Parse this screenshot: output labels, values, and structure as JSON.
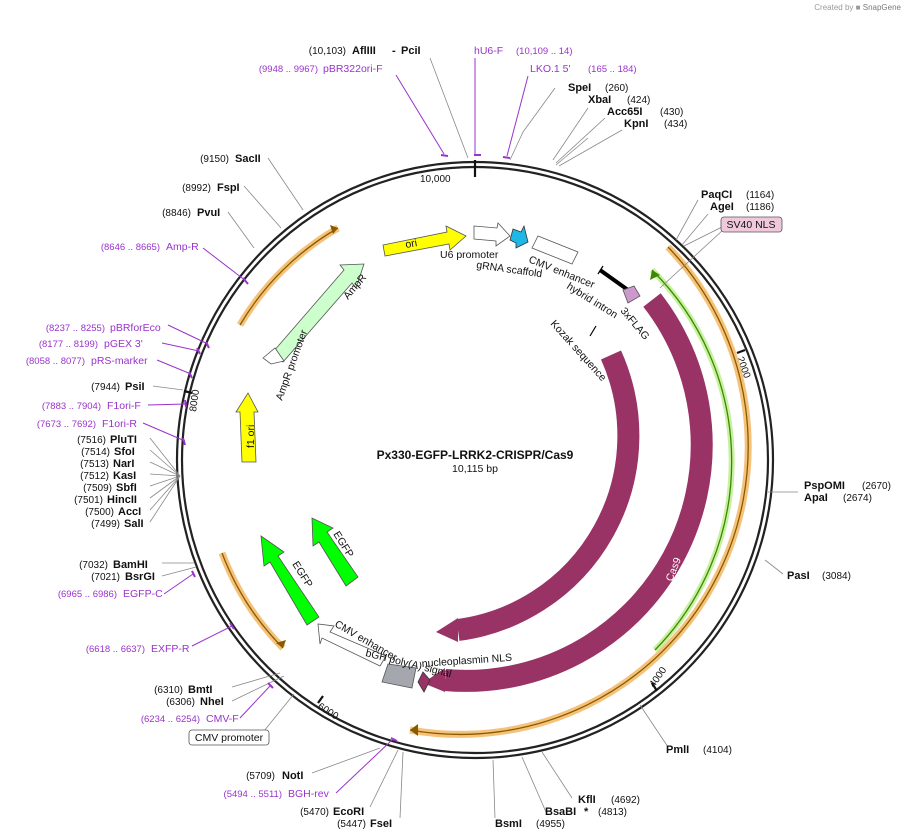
{
  "header": {
    "credit_prefix": "Created by",
    "credit_brand": "SnapGene"
  },
  "plasmid": {
    "name": "Px330-EGFP-LRRK2-CRISPR/Cas9",
    "size": "10,115 bp"
  },
  "ticks": [
    "10,000",
    "2000",
    "4000",
    "6000",
    "8000"
  ],
  "enzymes": [
    {
      "name": "AflIII",
      "pos": "(10,103)"
    },
    {
      "name": "PciI",
      "pos": ""
    },
    {
      "name": "SpeI",
      "pos": "(260)"
    },
    {
      "name": "XbaI",
      "pos": "(424)"
    },
    {
      "name": "Acc65I",
      "pos": "(430)"
    },
    {
      "name": "KpnI",
      "pos": "(434)"
    },
    {
      "name": "PaqCI",
      "pos": "(1164)"
    },
    {
      "name": "AgeI",
      "pos": "(1186)"
    },
    {
      "name": "PspOMI",
      "pos": "(2670)"
    },
    {
      "name": "ApaI",
      "pos": "(2674)"
    },
    {
      "name": "PasI",
      "pos": "(3084)"
    },
    {
      "name": "PmlI",
      "pos": "(4104)"
    },
    {
      "name": "KflI",
      "pos": "(4692)"
    },
    {
      "name": "BsaBI",
      "pos": "(4813)"
    },
    {
      "name": "BsmI",
      "pos": "(4955)"
    },
    {
      "name": "FseI",
      "pos": "(5447)"
    },
    {
      "name": "EcoRI",
      "pos": "(5470)"
    },
    {
      "name": "NotI",
      "pos": "(5709)"
    },
    {
      "name": "NheI",
      "pos": "(6306)"
    },
    {
      "name": "BmtI",
      "pos": "(6310)"
    },
    {
      "name": "BsrGI",
      "pos": "(7021)"
    },
    {
      "name": "BamHI",
      "pos": "(7032)"
    },
    {
      "name": "SalI",
      "pos": "(7499)"
    },
    {
      "name": "AccI",
      "pos": "(7500)"
    },
    {
      "name": "HincII",
      "pos": "(7501)"
    },
    {
      "name": "SbfI",
      "pos": "(7509)"
    },
    {
      "name": "KasI",
      "pos": "(7512)"
    },
    {
      "name": "NarI",
      "pos": "(7513)"
    },
    {
      "name": "SfoI",
      "pos": "(7514)"
    },
    {
      "name": "PluTI",
      "pos": "(7516)"
    },
    {
      "name": "PsiI",
      "pos": "(7944)"
    },
    {
      "name": "PvuI",
      "pos": "(8846)"
    },
    {
      "name": "FspI",
      "pos": "(8992)"
    },
    {
      "name": "SacII",
      "pos": "(9150)"
    }
  ],
  "primers": [
    {
      "name": "hU6-F",
      "pos": "(10,109 .. 14)"
    },
    {
      "name": "pBR322ori-F",
      "pos": "(9948 .. 9967)"
    },
    {
      "name": "LKO.1 5'",
      "pos": "(165 .. 184)"
    },
    {
      "name": "Amp-R",
      "pos": "(8646 .. 8665)"
    },
    {
      "name": "pBRforEco",
      "pos": "(8237 .. 8255)"
    },
    {
      "name": "pGEX 3'",
      "pos": "(8177 .. 8199)"
    },
    {
      "name": "pRS-marker",
      "pos": "(8058 .. 8077)"
    },
    {
      "name": "F1ori-F",
      "pos": "(7883 .. 7904)"
    },
    {
      "name": "F1ori-R",
      "pos": "(7673 .. 7692)"
    },
    {
      "name": "EGFP-C",
      "pos": "(6965 .. 6986)"
    },
    {
      "name": "EXFP-R",
      "pos": "(6618 .. 6637)"
    },
    {
      "name": "CMV-F",
      "pos": "(6234 .. 6254)"
    },
    {
      "name": "BGH-rev",
      "pos": "(5494 .. 5511)"
    }
  ],
  "boxed_features": [
    "SV40 NLS",
    "CMV promoter"
  ],
  "features": [
    {
      "name": "ori",
      "color": "#ffff00"
    },
    {
      "name": "U6 promoter",
      "color": "#ffffff"
    },
    {
      "name": "gRNA scaffold",
      "color": "#1fb8e6"
    },
    {
      "name": "CMV enhancer",
      "color": "#ffffff"
    },
    {
      "name": "hybrid intron",
      "color": "#ffffff"
    },
    {
      "name": "3xFLAG",
      "color": "#cc99cc"
    },
    {
      "name": "Kozak sequence",
      "color": "#ffffff"
    },
    {
      "name": "Cas9",
      "color": "#993366"
    },
    {
      "name": "Cas9",
      "color": "#993366"
    },
    {
      "name": "AmpR",
      "color": "#ccffcc"
    },
    {
      "name": "AmpR promoter",
      "color": "#ffffff"
    },
    {
      "name": "f1 ori",
      "color": "#ffff00"
    },
    {
      "name": "EGFP",
      "color": "#00ff00"
    },
    {
      "name": "EGFP",
      "color": "#00ff00"
    },
    {
      "name": "CMV enhancer",
      "color": "#ffffff"
    },
    {
      "name": "bGH poly(A) signal",
      "color": "#999999"
    },
    {
      "name": "nucleoplasmin NLS",
      "color": "#993366"
    }
  ]
}
